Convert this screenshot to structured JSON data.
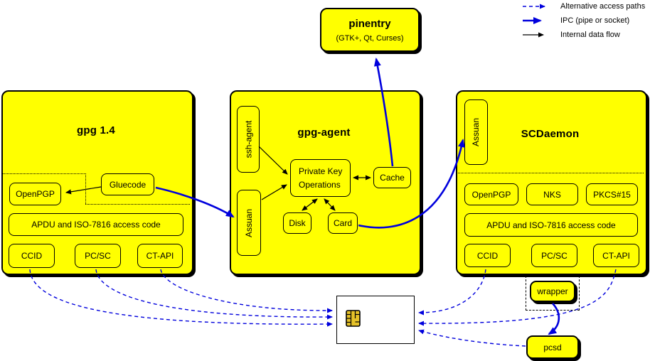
{
  "legend": {
    "alt_label": "Alternative access paths",
    "ipc_label": "IPC (pipe or socket)",
    "internal_label": "Internal data flow"
  },
  "colors": {
    "box_fill": "#FFFF00",
    "ipc_blue": "#0000DD",
    "chip_gold": "#E6C229",
    "card_fill": "#FFFFFF"
  },
  "pinentry": {
    "title": "pinentry",
    "subtitle": "(GTK+, Qt, Curses)"
  },
  "gpg14": {
    "title": "gpg 1.4",
    "openpgp": "OpenPGP",
    "gluecode": "Gluecode",
    "apdu": "APDU and ISO-7816 access code",
    "ccid": "CCID",
    "pcsc": "PC/SC",
    "ctapi": "CT-API"
  },
  "gpg_agent": {
    "title": "gpg-agent",
    "ssh_agent": "ssh-agent",
    "assuan": "Assuan",
    "pko_line1": "Private Key",
    "pko_line2": "Operations",
    "cache": "Cache",
    "disk": "Disk",
    "card": "Card"
  },
  "scdaemon": {
    "title": "SCDaemon",
    "assuan": "Assuan",
    "openpgp": "OpenPGP",
    "nks": "NKS",
    "pkcs15": "PKCS#15",
    "apdu": "APDU and ISO-7816 access code",
    "ccid": "CCID",
    "pcsc": "PC/SC",
    "ctapi": "CT-API"
  },
  "external": {
    "wrapper": "wrapper",
    "pcsd": "pcsd"
  }
}
